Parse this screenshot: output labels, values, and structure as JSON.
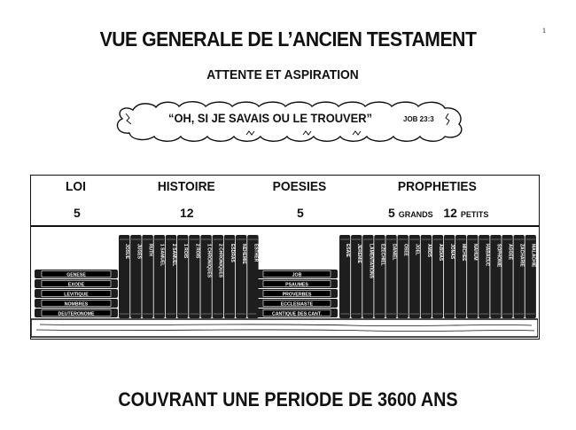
{
  "page_number": "1",
  "title": "VUE GENERALE DE L’ANCIEN TESTAMENT",
  "subtitle": "ATTENTE ET ASPIRATION",
  "quote": "“OH, SI JE SAVAIS OU LE TROUVER”",
  "quote_ref": "JOB 23:3",
  "categories": [
    {
      "name": "LOI",
      "count": "5"
    },
    {
      "name": "HISTOIRE",
      "count": "12"
    },
    {
      "name": "POESIES",
      "count": "5"
    },
    {
      "name": "PROPHETIES",
      "count_major": "5",
      "major_label": "GRANDS",
      "count_minor": "12",
      "minor_label": "PETITS"
    }
  ],
  "books": {
    "loi": [
      "GENESE",
      "EXODE",
      "LEVITIQUE",
      "NOMBRES",
      "DEUTERONOME"
    ],
    "histoire": [
      "JOSUE",
      "JUGES",
      "RUTH",
      "1 SAMUEL",
      "2 SAMUEL",
      "1 ROIS",
      "2 ROIS",
      "1 CHRONIQUES",
      "2 CHRONIQUES",
      "ESDRAS",
      "NEHEMIE",
      "ESTHER"
    ],
    "poesies": [
      "JOB",
      "PSAUMES",
      "PROVERBES",
      "ECCLESIASTE",
      "CANTIQUE DES CANT."
    ],
    "prophetes": [
      "ESAIE",
      "JEREMIE",
      "LAMENTATIONS",
      "EZECHIEL",
      "DANIEL",
      "OSEE",
      "JOEL",
      "AMOS",
      "ABDIAS",
      "JONAS",
      "MICHEE",
      "NAHUM",
      "HABACUC",
      "SOPHONIE",
      "AGGEE",
      "ZACHARIE",
      "MALACHIE"
    ]
  },
  "footer": "COUVRANT UNE PERIODE DE 3600 ANS",
  "colors": {
    "ink": "#111111",
    "book": "#1e1e1e",
    "paper": "#ffffff"
  }
}
